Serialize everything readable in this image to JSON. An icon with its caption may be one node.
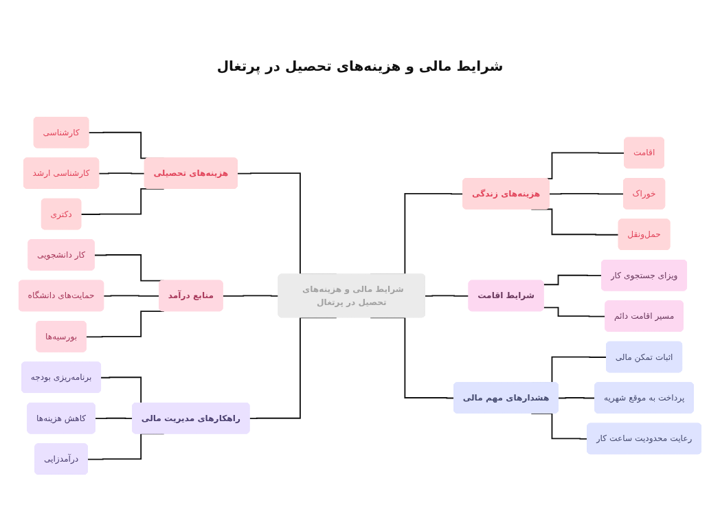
{
  "diagram": {
    "title": "شرایط مالی و هزینه‌های تحصیل در پرتغال",
    "nodes": [
      {
        "text": [
          "شرایط مالی و هزینه‌های تحصیل در پرتغال"
        ]
      },
      {
        "text": [
          "هزینه‌های زندگی"
        ]
      },
      {
        "text": [
          "اقامت"
        ]
      },
      {
        "text": [
          "خوراک"
        ]
      },
      {
        "text": [
          "حمل‌ونقل"
        ]
      },
      {
        "text": [
          "شرایط اقامت"
        ]
      },
      {
        "text": [
          "ویزای جستجوی کار"
        ]
      },
      {
        "text": [
          "مسیر اقامت دائم"
        ]
      },
      {
        "text": [
          "هشدارهای مهم مالی"
        ]
      },
      {
        "text": [
          "اثبات تمکن مالی"
        ]
      },
      {
        "text": [
          "پرداخت به موقع شهریه"
        ]
      },
      {
        "text": [
          "رعایت محدودیت ساعت کار"
        ]
      },
      {
        "text": [
          "هزینه‌های تحصیلی"
        ]
      },
      {
        "text": [
          "کارشناسی"
        ]
      },
      {
        "text": [
          "کارشناسی ارشد"
        ]
      },
      {
        "text": [
          "دکتری"
        ]
      },
      {
        "text": [
          "منابع درآمد"
        ]
      },
      {
        "text": [
          "کار دانشجویی"
        ]
      },
      {
        "text": [
          "حمایت‌های دانشگاه"
        ]
      },
      {
        "text": [
          "بورسیه‌ها"
        ]
      },
      {
        "text": [
          "راهکارهای مدیریت مالی"
        ]
      },
      {
        "text": [
          "برنامه‌ریزی بودجه"
        ]
      },
      {
        "text": [
          "کاهش هزینه‌ها"
        ]
      },
      {
        "text": [
          "درآمدزایی"
        ]
      }
    ],
    "edges": [
      {
        "from": 0,
        "to": 1,
        "arrow": "none"
      },
      {
        "from": 1,
        "to": 2,
        "arrow": "none"
      },
      {
        "from": 1,
        "to": 3,
        "arrow": "none"
      },
      {
        "from": 1,
        "to": 4,
        "arrow": "none"
      },
      {
        "from": 0,
        "to": 5,
        "arrow": "none"
      },
      {
        "from": 5,
        "to": 6,
        "arrow": "none"
      },
      {
        "from": 5,
        "to": 7,
        "arrow": "none"
      },
      {
        "from": 0,
        "to": 8,
        "arrow": "none"
      },
      {
        "from": 8,
        "to": 9,
        "arrow": "none"
      },
      {
        "from": 8,
        "to": 10,
        "arrow": "none"
      },
      {
        "from": 8,
        "to": 11,
        "arrow": "none"
      },
      {
        "from": 13,
        "to": 12,
        "arrow": "none"
      },
      {
        "from": 14,
        "to": 12,
        "arrow": "none"
      },
      {
        "from": 15,
        "to": 12,
        "arrow": "none"
      },
      {
        "from": 12,
        "to": 0,
        "arrow": "none"
      },
      {
        "from": 17,
        "to": 16,
        "arrow": "none"
      },
      {
        "from": 18,
        "to": 16,
        "arrow": "none"
      },
      {
        "from": 19,
        "to": 16,
        "arrow": "none"
      },
      {
        "from": 16,
        "to": 0,
        "arrow": "none"
      },
      {
        "from": 21,
        "to": 20,
        "arrow": "none"
      },
      {
        "from": 22,
        "to": 20,
        "arrow": "none"
      },
      {
        "from": 23,
        "to": 20,
        "arrow": "none"
      },
      {
        "from": 20,
        "to": 0,
        "arrow": "none"
      }
    ]
  }
}
